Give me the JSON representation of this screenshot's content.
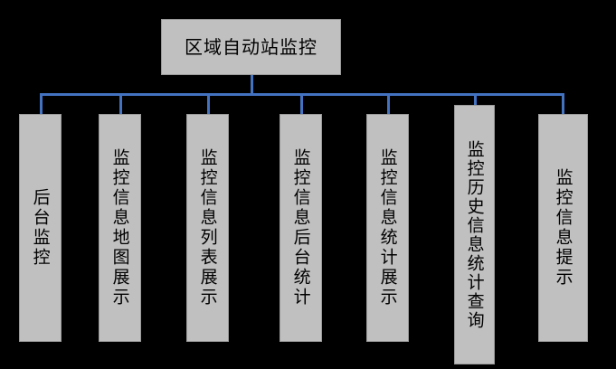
{
  "diagram": {
    "background_color": "#000000",
    "node_fill_color": "#c0c0c0",
    "node_border_color": "#9a9a9a",
    "connector_color": "#4272c0",
    "root": {
      "label": "区域自动站监控"
    },
    "children": [
      {
        "label": "后台监控"
      },
      {
        "label": "监控信息地图展示"
      },
      {
        "label": "监控信息列表展示"
      },
      {
        "label": "监控信息后台统计"
      },
      {
        "label": "监控信息统计展示"
      },
      {
        "label": "监控历史信息统计查询"
      },
      {
        "label": "监控信息提示"
      }
    ]
  }
}
